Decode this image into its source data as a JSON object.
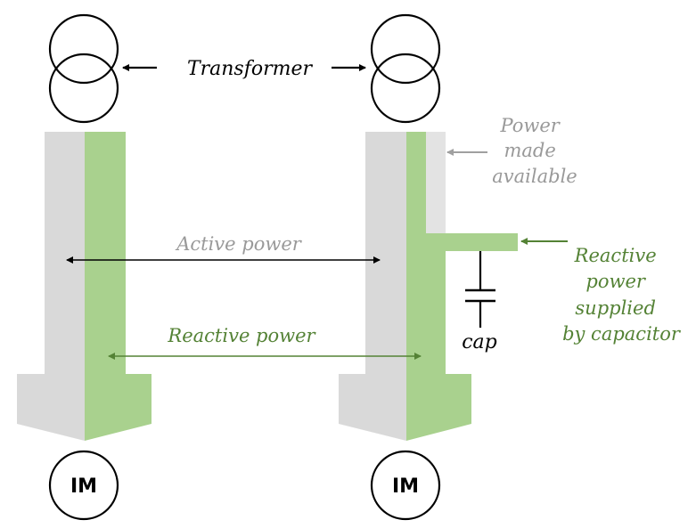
{
  "labels": {
    "transformer": "Transformer",
    "power_made_available": [
      "Power",
      "made",
      "available"
    ],
    "active_power": "Active power",
    "reactive_power": "Reactive power",
    "reactive_by_capacitor": [
      "Reactive",
      "power",
      "supplied",
      "by capacitor"
    ],
    "cap": "cap",
    "motor_left": "IM",
    "motor_right": "IM"
  },
  "colors": {
    "active": "#d9d9d9",
    "reactive": "#a9d18e",
    "reactive_text": "#548235",
    "grey_text": "#999999",
    "ink": "#000000"
  }
}
